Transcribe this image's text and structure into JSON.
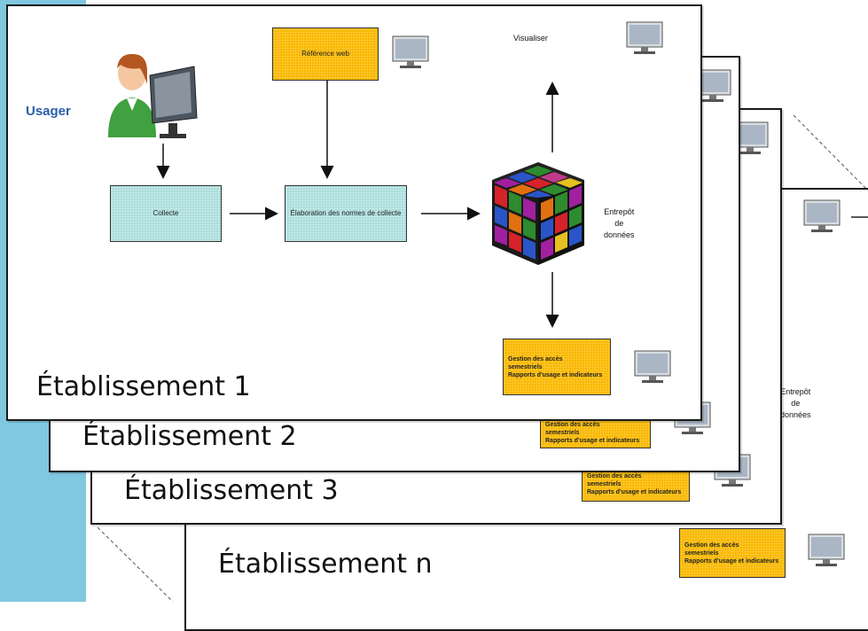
{
  "diagram": {
    "sheets": [
      {
        "title": "Établissement n"
      },
      {
        "title": "Établissement 3"
      },
      {
        "title": "Établissement 2"
      },
      {
        "title": "Établissement 1"
      }
    ],
    "usager_label": "Usager",
    "collecte_label": "Collecte",
    "elaboration_label": "Élaboration des normes de collecte",
    "web_label": "Référence web",
    "visualiser_label": "Visualiser",
    "entrepot_label": "Entrepôt\nde\ndonnées",
    "gestion_label": "Gestion des accès\nsemestriels\nRapports d'usage et indicateurs",
    "colors": {
      "accent_panel": "#7fc8df",
      "yellow_box": "#f9b800",
      "cyan_box": "#a8dcdc",
      "usager_text": "#2a5ea8"
    }
  }
}
